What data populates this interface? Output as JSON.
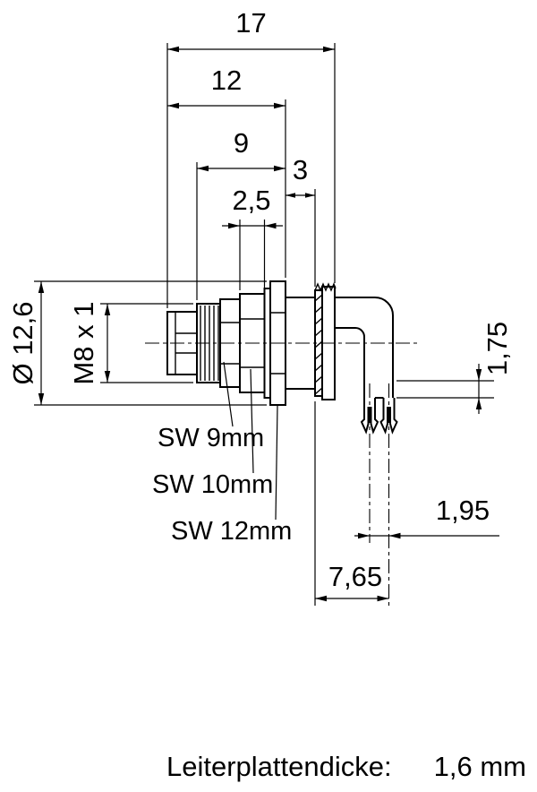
{
  "drawing": {
    "dims": {
      "total_length": "17",
      "front_length": "12",
      "thread_section": "9",
      "nut_width": "2,5",
      "panel_gap": "3",
      "flange_diameter": "Ø 12,6",
      "thread": "M8 x 1",
      "pin_offset": "1,75",
      "pin_pitch": "1,95",
      "rear_length": "7,65"
    },
    "labels": {
      "sw9": "SW 9mm",
      "sw10": "SW 10mm",
      "sw12": "SW 12mm"
    },
    "footer": {
      "label": "Leiterplattendicke:",
      "value": "1,6 mm"
    }
  },
  "colors": {
    "ink": "#000000",
    "background": "#ffffff"
  }
}
